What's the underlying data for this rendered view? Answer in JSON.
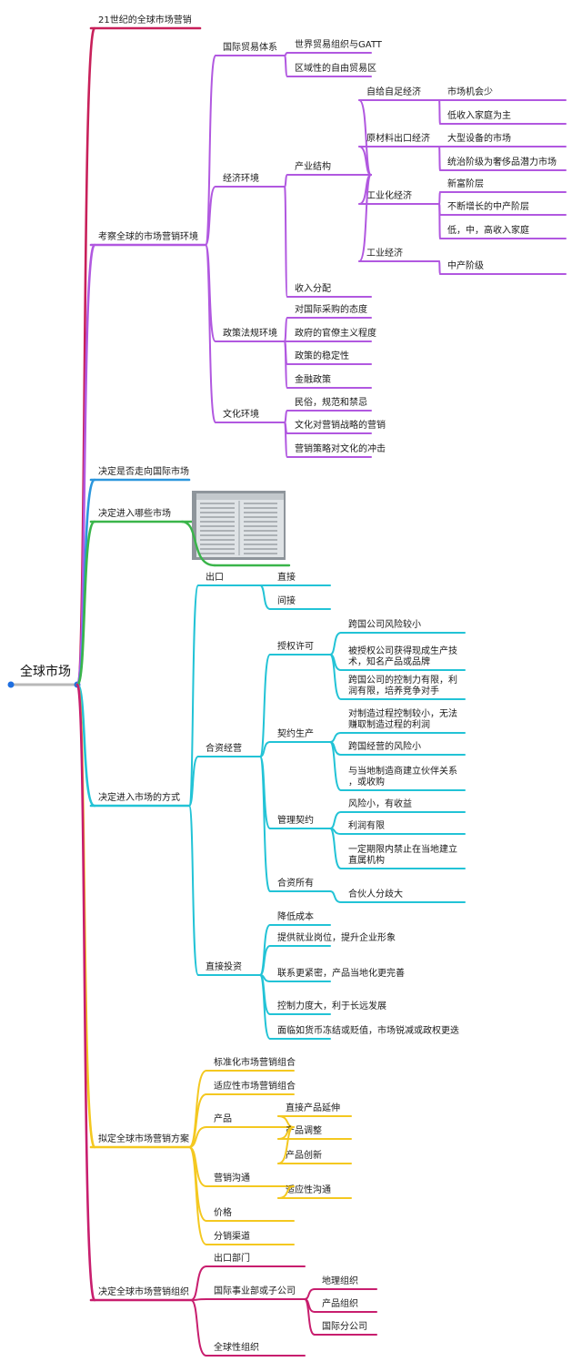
{
  "root": "全球市场",
  "colors": {
    "root": "#b8b8b8",
    "red": "#c8205a",
    "purple": "#b158e0",
    "blue": "#2b96dd",
    "green": "#3ab54a",
    "cyan": "#22c3d6",
    "yellow": "#f4c820",
    "magenta": "#c81e6e",
    "dot": "#1f6fe0"
  },
  "branches": [
    {
      "label": "21世纪的全球市场营销",
      "color": "red",
      "children": []
    },
    {
      "label": "考察全球的市场营销环境",
      "color": "purple",
      "children": [
        {
          "label": "国际贸易体系",
          "children": [
            {
              "label": "世界贸易组织与GATT",
              "children": []
            },
            {
              "label": "区域性的自由贸易区",
              "children": []
            }
          ]
        },
        {
          "label": "经济环境",
          "children": [
            {
              "label": "产业结构",
              "children": [
                {
                  "label": "自给自足经济",
                  "children": [
                    {
                      "label": "市场机会少",
                      "children": []
                    },
                    {
                      "label": "低收入家庭为主",
                      "children": []
                    }
                  ]
                },
                {
                  "label": "原材料出口经济",
                  "children": [
                    {
                      "label": "大型设备的市场",
                      "children": []
                    },
                    {
                      "label": "统治阶级为奢侈品潜力市场",
                      "children": []
                    }
                  ]
                },
                {
                  "label": "工业化经济",
                  "children": [
                    {
                      "label": "新富阶层",
                      "children": []
                    },
                    {
                      "label": "不断增长的中产阶层",
                      "children": []
                    },
                    {
                      "label": "低，中，高收入家庭",
                      "children": []
                    }
                  ]
                },
                {
                  "label": "工业经济",
                  "children": [
                    {
                      "label": "中产阶级",
                      "children": []
                    }
                  ]
                }
              ]
            },
            {
              "label": "收入分配",
              "children": []
            }
          ]
        },
        {
          "label": "政策法规环境",
          "children": [
            {
              "label": "对国际采购的态度",
              "children": []
            },
            {
              "label": "政府的官僚主义程度",
              "children": []
            },
            {
              "label": "政策的稳定性",
              "children": []
            },
            {
              "label": "金融政策",
              "children": []
            }
          ]
        },
        {
          "label": "文化环境",
          "children": [
            {
              "label": "民俗，规范和禁忌",
              "children": []
            },
            {
              "label": "文化对营销战略的营销",
              "children": []
            },
            {
              "label": "营销策略对文化的冲击",
              "children": []
            }
          ]
        }
      ]
    },
    {
      "label": "决定是否走向国际市场",
      "color": "blue",
      "children": []
    },
    {
      "label": "决定进入哪些市场",
      "color": "green",
      "children": []
    },
    {
      "label": "决定进入市场的方式",
      "color": "cyan",
      "children": [
        {
          "label": "出口",
          "children": [
            {
              "label": "直接",
              "children": []
            },
            {
              "label": "间接",
              "children": []
            }
          ]
        },
        {
          "label": "合资经营",
          "children": [
            {
              "label": "授权许可",
              "children": [
                {
                  "label": "跨国公司风险较小",
                  "children": []
                },
                {
                  "label": "被授权公司获得现成生产技术，知名产品或品牌",
                  "children": []
                },
                {
                  "label": "跨国公司的控制力有限，利润有限，培养竞争对手",
                  "children": []
                }
              ]
            },
            {
              "label": "契约生产",
              "children": [
                {
                  "label": "对制造过程控制较小，无法赚取制造过程的利润",
                  "children": []
                },
                {
                  "label": "跨国经营的风险小",
                  "children": []
                },
                {
                  "label": "与当地制造商建立伙伴关系，或收购",
                  "children": []
                }
              ]
            },
            {
              "label": "管理契约",
              "children": [
                {
                  "label": "风险小，有收益",
                  "children": []
                },
                {
                  "label": "利润有限",
                  "children": []
                },
                {
                  "label": "一定期限内禁止在当地建立直属机构",
                  "children": []
                }
              ]
            },
            {
              "label": "合资所有",
              "children": [
                {
                  "label": "合伙人分歧大",
                  "children": []
                }
              ]
            }
          ]
        },
        {
          "label": "直接投资",
          "children": [
            {
              "label": "降低成本",
              "children": []
            },
            {
              "label": "提供就业岗位，提升企业形象",
              "children": []
            },
            {
              "label": "联系更紧密，产品当地化更完善",
              "children": []
            },
            {
              "label": "控制力度大，利于长远发展",
              "children": []
            },
            {
              "label": "面临如货币冻结或贬值，市场锐减或政权更迭",
              "children": []
            }
          ]
        }
      ]
    },
    {
      "label": "拟定全球市场营销方案",
      "color": "yellow",
      "children": [
        {
          "label": "标准化市场营销组合",
          "children": []
        },
        {
          "label": "适应性市场营销组合",
          "children": []
        },
        {
          "label": "产品",
          "children": [
            {
              "label": "直接产品延伸",
              "children": []
            },
            {
              "label": "产品调整",
              "children": []
            },
            {
              "label": "产品创新",
              "children": []
            }
          ]
        },
        {
          "label": "营销沟通",
          "children": [
            {
              "label": "适应性沟通",
              "children": []
            }
          ]
        },
        {
          "label": "价格",
          "children": []
        },
        {
          "label": "分销渠道",
          "children": []
        }
      ]
    },
    {
      "label": "决定全球市场营销组织",
      "color": "magenta",
      "children": [
        {
          "label": "出口部门",
          "children": []
        },
        {
          "label": "国际事业部或子公司",
          "children": [
            {
              "label": "地理组织",
              "children": []
            },
            {
              "label": "产品组织",
              "children": []
            },
            {
              "label": "国际分公司",
              "children": []
            }
          ]
        },
        {
          "label": "全球性组织",
          "children": []
        }
      ]
    }
  ]
}
